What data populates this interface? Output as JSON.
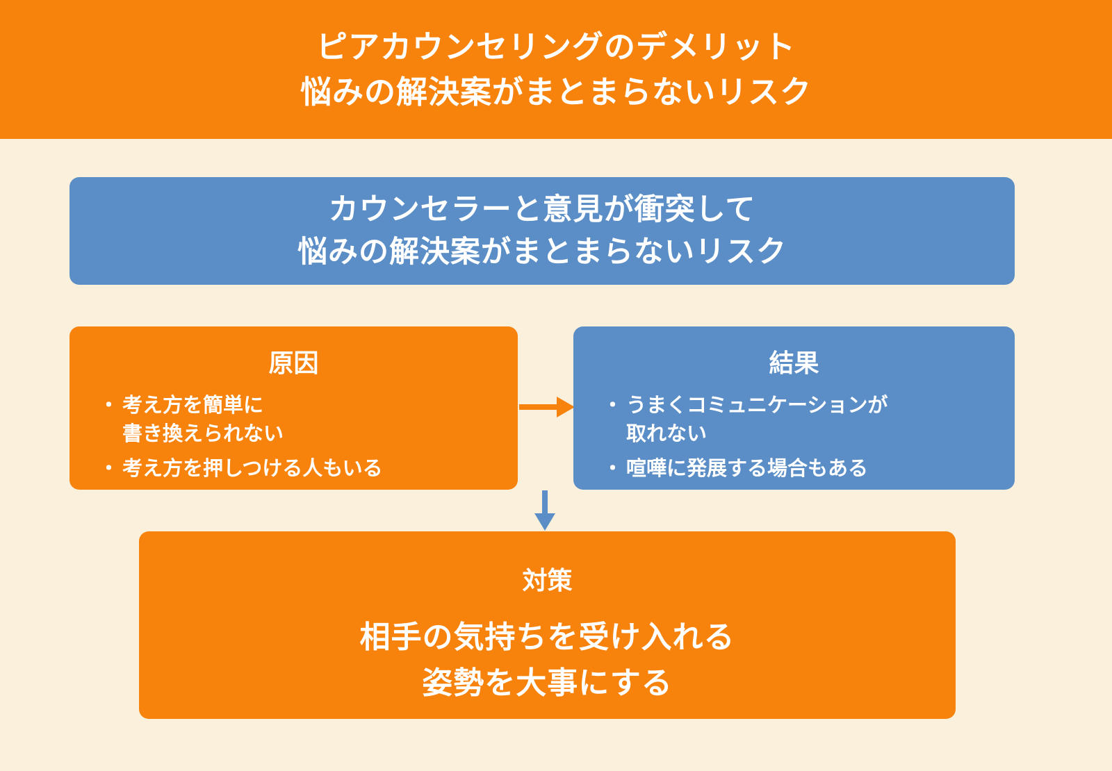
{
  "colors": {
    "orange": "#F7820C",
    "blue": "#5B8EC6",
    "background": "#FAF0DB",
    "text_white": "#FFFFFF"
  },
  "header": {
    "line1": "ピアカウンセリングのデメリット",
    "line2": "悩みの解決案がまとまらないリスク"
  },
  "risk_box": {
    "line1": "カウンセラーと意見が衝突して",
    "line2": "悩みの解決案がまとまらないリスク"
  },
  "cause_box": {
    "title": "原因",
    "bullet_char": "・",
    "items": [
      "考え方を簡単に\n書き換えられない",
      "考え方を押しつける人もいる"
    ]
  },
  "result_box": {
    "title": "結果",
    "bullet_char": "・",
    "items": [
      "うまくコミュニケーションが\n取れない",
      "喧嘩に発展する場合もある"
    ]
  },
  "solution_box": {
    "title": "対策",
    "line1": "相手の気持ちを受け入れる",
    "line2": "姿勢を大事にする"
  }
}
